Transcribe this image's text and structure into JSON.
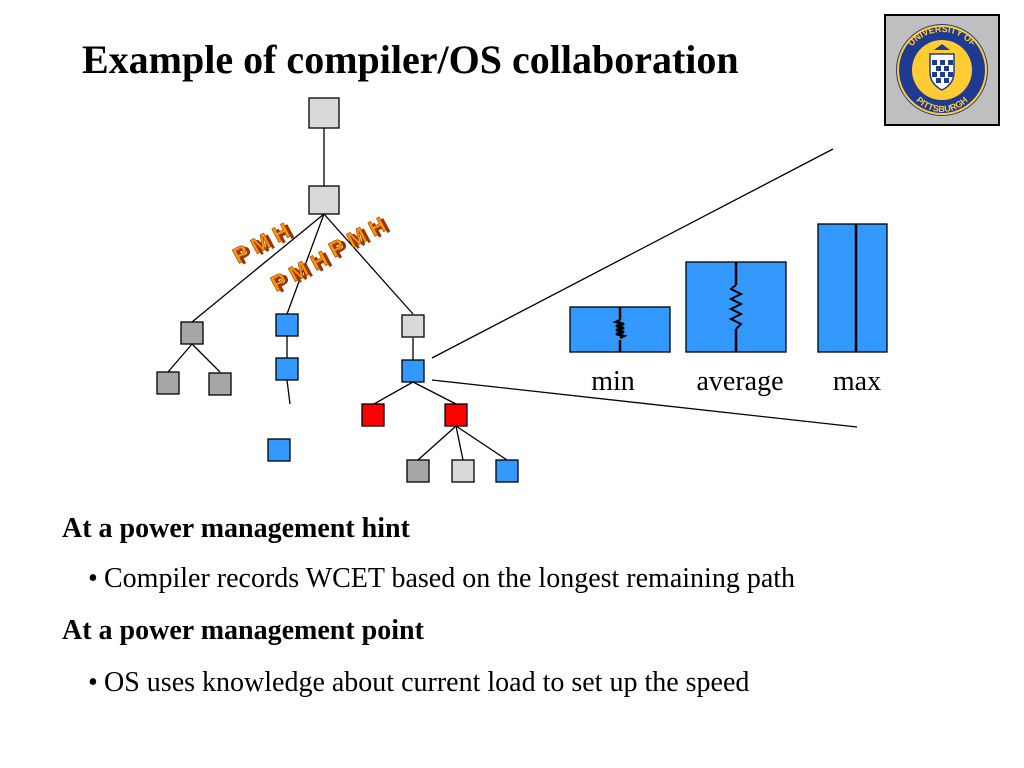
{
  "slide": {
    "title": "Example of compiler/OS collaboration"
  },
  "logo": {
    "icon": "university-of-pittsburgh-seal-icon",
    "text_top": "UNIVERSITY OF",
    "text_bottom": "PITTSBURGH"
  },
  "diagram": {
    "hint_markers": [
      {
        "text": "P M H"
      },
      {
        "text": "P M H"
      },
      {
        "text": "P M H"
      }
    ],
    "speed_labels": {
      "min": "min",
      "average": "average",
      "max": "max"
    },
    "colors": {
      "node_light": "#d9d9d9",
      "node_gray": "#a6a6a6",
      "node_blue": "#3399ff",
      "node_red": "#ff0000",
      "hint_orange": "#ff9900",
      "hint_dark": "#993300",
      "bar_blue": "#3399ff"
    }
  },
  "content": {
    "heading1": "At a power management hint",
    "bullet1": "Compiler records WCET based on the longest remaining path",
    "heading2": "At a power management point",
    "bullet2": "OS uses knowledge about current load to set up the speed"
  }
}
